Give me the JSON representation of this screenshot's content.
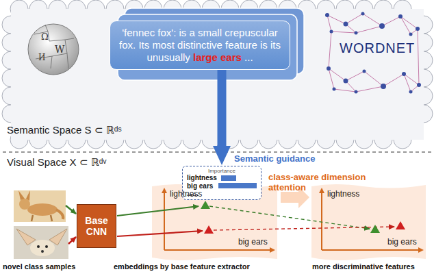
{
  "diagram": {
    "nodes": [
      {
        "text": [
          "'fennec fox': is a small crepuscular fox. Its most distinctive feature is its unusually",
          "large ears",
          "..."
        ]
      },
      {
        "text": [
          "Importance",
          "lightness",
          "big ears",
          "......"
        ]
      },
      {
        "text": [
          "Base CNN"
        ]
      }
    ],
    "edges": [
      {
        "from": 0,
        "to": 1,
        "arrow": "to",
        "label": "Semantic guidance"
      }
    ],
    "labels": [
      "Ω",
      "W",
      "И",
      "WORDNET",
      "Semantic Space S ⊂ ℝᵈˢ",
      "Visual Space X ⊂ ℝᵈᵛ",
      "class-aware dimension attention",
      "lightness",
      "big ears",
      "lightness",
      "big ears",
      "novel class samples",
      "embeddings by base feature extractor",
      "more discriminative features"
    ]
  }
}
